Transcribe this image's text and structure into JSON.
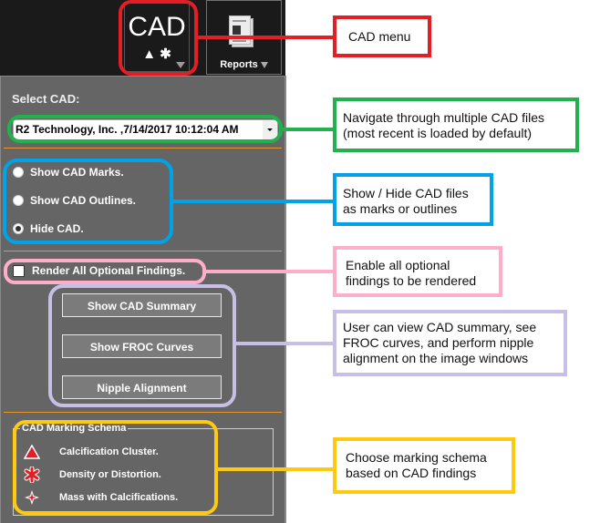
{
  "toolbar": {
    "cad_button": {
      "label": "CAD",
      "glyphs": "▲ ✱",
      "icon": "cad-menu-icon"
    },
    "reports_button": {
      "label": "Reports",
      "icon": "report-document-icon"
    }
  },
  "panel": {
    "select_label": "Select CAD:",
    "select_value": "R2 Technology, Inc. ,7/14/2017 10:12:04 AM",
    "display_options": [
      {
        "label": "Show CAD Marks.",
        "checked": false
      },
      {
        "label": "Show CAD Outlines.",
        "checked": false
      },
      {
        "label": "Hide CAD.",
        "checked": true
      }
    ],
    "render_optional": {
      "label": "Render All Optional Findings.",
      "checked": false
    },
    "buttons": [
      {
        "label": "Show CAD Summary"
      },
      {
        "label": "Show FROC Curves"
      },
      {
        "label": "Nipple Alignment"
      }
    ],
    "schema": {
      "title": "CAD Marking Schema",
      "items": [
        {
          "icon": "triangle-icon",
          "label": "Calcification Cluster."
        },
        {
          "icon": "asterisk-icon",
          "label": "Density or Distortion."
        },
        {
          "icon": "star-icon",
          "label": "Mass with Calcifications."
        }
      ]
    }
  },
  "callouts": {
    "cad_menu": "CAD menu",
    "navigate": "Navigate through multiple CAD files (most recent is loaded by default)",
    "show_hide": "Show / Hide CAD files as marks or outlines",
    "enable_optional": "Enable all optional findings to be rendered",
    "user_can_view": "User can view CAD summary, see FROC curves, and perform nipple alignment on the image windows",
    "choose_schema": "Choose marking schema based on CAD findings"
  },
  "colors": {
    "red": "#e31e25",
    "green": "#22b14c",
    "blue": "#00a2e8",
    "pink": "#ffaec9",
    "purple": "#c8bfe7",
    "yellow": "#ffc90e",
    "panel_bg": "#656565",
    "separator": "#e8962e"
  }
}
